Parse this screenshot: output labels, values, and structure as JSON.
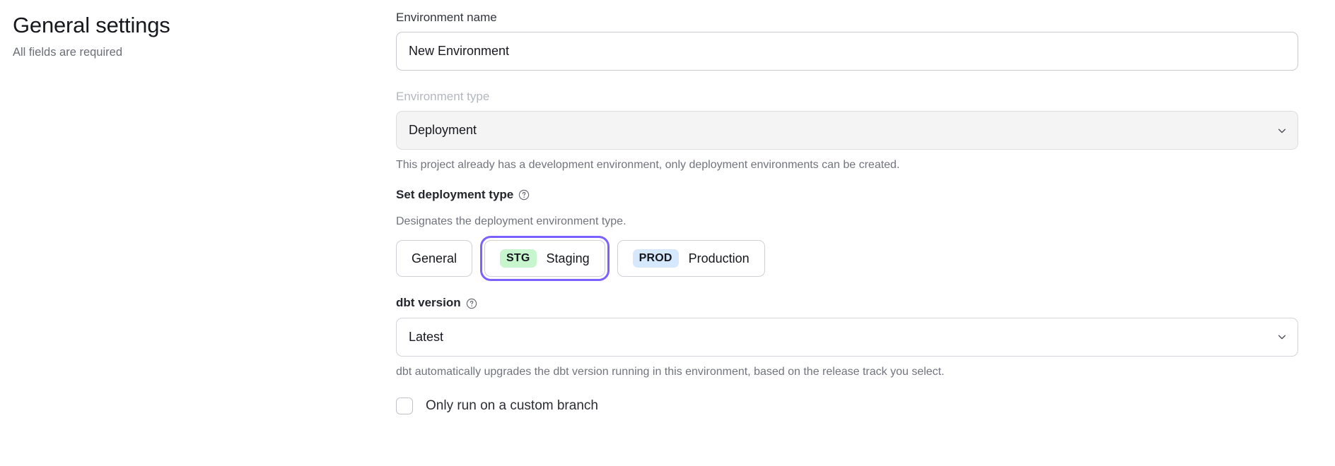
{
  "header": {
    "title": "General settings",
    "subtitle": "All fields are required"
  },
  "form": {
    "environment_name": {
      "label": "Environment name",
      "value": "New Environment",
      "placeholder": "Environment name"
    },
    "environment_type": {
      "label": "Environment type",
      "value": "Deployment",
      "disabled": true,
      "help": "This project already has a development environment, only deployment environments can be created.",
      "chevron_icon": "chevron-down-icon"
    },
    "deployment_type": {
      "label": "Set deployment type",
      "help_icon": "question-circle-icon",
      "description": "Designates the deployment environment type.",
      "options": [
        {
          "label": "General",
          "badge": "",
          "selected": false
        },
        {
          "label": "Staging",
          "badge": "STG",
          "selected": true,
          "badge_bg": "#c7f5ce",
          "badge_color": "#16181d"
        },
        {
          "label": "Production",
          "badge": "PROD",
          "selected": false,
          "badge_bg": "#d6e8fd",
          "badge_color": "#16181d"
        }
      ]
    },
    "dbt_version": {
      "label": "dbt version",
      "help_icon": "question-circle-icon",
      "value": "Latest",
      "help": "dbt automatically upgrades the dbt version running in this environment, based on the release track you select.",
      "chevron_icon": "chevron-down-icon"
    },
    "custom_branch": {
      "label": "Only run on a custom branch",
      "checked": false
    }
  },
  "colors": {
    "focus_ring": "#7b61ff",
    "staging_badge": "#c7f5ce",
    "production_badge": "#d6e8fd",
    "border": "#cfd1d6",
    "muted_text": "#71747c"
  }
}
